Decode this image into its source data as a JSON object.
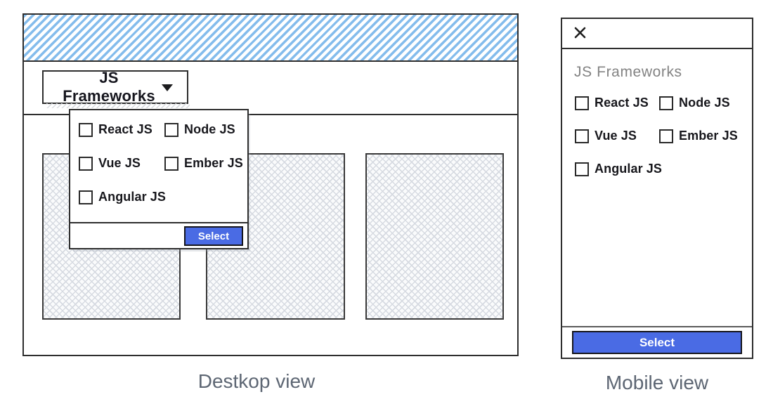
{
  "frameworks": [
    {
      "label": "React JS",
      "checked": false
    },
    {
      "label": "Node JS",
      "checked": false
    },
    {
      "label": "Vue JS",
      "checked": false
    },
    {
      "label": "Ember JS",
      "checked": false
    },
    {
      "label": "Angular JS",
      "checked": false
    }
  ],
  "desktop": {
    "caption": "Destkop view",
    "dropdown_button": {
      "label": "JS Frameworks",
      "caret_icon": "caret-down"
    },
    "dropdown_panel": {
      "select_button": "Select"
    },
    "placeholder_count": 3
  },
  "mobile": {
    "caption": "Mobile view",
    "header": {
      "close_icon": "x-mark"
    },
    "title": "JS Frameworks",
    "select_button": "Select"
  },
  "colors": {
    "accent_blue": "#4A6BE4",
    "hatch_blue": "#84BCEC",
    "border_dark": "#2E2E2E",
    "caption_gray": "#5D6673",
    "title_gray": "#838383"
  }
}
